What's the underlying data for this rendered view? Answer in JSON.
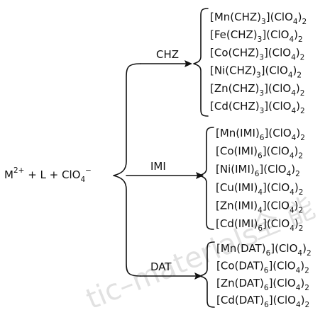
{
  "reactants": {
    "metal": "M",
    "metal_charge": "2+",
    "plus1": " + ",
    "ligand": "L",
    "plus2": " + ",
    "anion_base": "ClO",
    "anion_sub": "4",
    "anion_charge": "−"
  },
  "branches": [
    {
      "label": "CHZ",
      "products": [
        {
          "pre": "[Mn(CHZ)",
          "n": "3",
          "mid": "](ClO",
          "o": "4",
          "post": ")",
          "m": "2"
        },
        {
          "pre": "[Fe(CHZ)",
          "n": "3",
          "mid": "](ClO",
          "o": "4",
          "post": ")",
          "m": "2"
        },
        {
          "pre": "[Co(CHZ)",
          "n": "3",
          "mid": "](ClO",
          "o": "4",
          "post": ")",
          "m": "2"
        },
        {
          "pre": "[Ni(CHZ)",
          "n": "3",
          "mid": "](ClO",
          "o": "4",
          "post": ")",
          "m": "2"
        },
        {
          "pre": "[Zn(CHZ)",
          "n": "3",
          "mid": "](ClO",
          "o": "4",
          "post": ")",
          "m": "2"
        },
        {
          "pre": "[Cd(CHZ)",
          "n": "3",
          "mid": "](ClO",
          "o": "4",
          "post": ")",
          "m": "2"
        }
      ]
    },
    {
      "label": "IMI",
      "products": [
        {
          "pre": "[Mn(IMI)",
          "n": "6",
          "mid": "](ClO",
          "o": "4",
          "post": ")",
          "m": "2"
        },
        {
          "pre": "[Co(IMI)",
          "n": "6",
          "mid": "](ClO",
          "o": "4",
          "post": ")",
          "m": "2"
        },
        {
          "pre": "[Ni(IMI)",
          "n": "6",
          "mid": "](ClO",
          "o": "4",
          "post": ")",
          "m": "2"
        },
        {
          "pre": "[Cu(IMI)",
          "n": "4",
          "mid": "](ClO",
          "o": "4",
          "post": ")",
          "m": "2"
        },
        {
          "pre": "[Zn(IMI)",
          "n": "4",
          "mid": "](ClO",
          "o": "4",
          "post": ")",
          "m": "2"
        },
        {
          "pre": "[Cd(IMI)",
          "n": "6",
          "mid": "](ClO",
          "o": "4",
          "post": ")",
          "m": "2"
        }
      ]
    },
    {
      "label": "DAT",
      "products": [
        {
          "pre": "[Mn(DAT)",
          "n": "6",
          "mid": "](ClO",
          "o": "4",
          "post": ")",
          "m": "2"
        },
        {
          "pre": "[Co(DAT)",
          "n": "6",
          "mid": "](ClO",
          "o": "4",
          "post": ")",
          "m": "2"
        },
        {
          "pre": "[Zn(DAT)",
          "n": "6",
          "mid": "](ClO",
          "o": "4",
          "post": ")",
          "m": "2"
        },
        {
          "pre": "[Cd(DAT)",
          "n": "6",
          "mid": "](ClO",
          "o": "4",
          "post": ")",
          "m": "2"
        }
      ]
    }
  ],
  "watermark": {
    "text": "tic–materials",
    "cjk": "全 能"
  }
}
